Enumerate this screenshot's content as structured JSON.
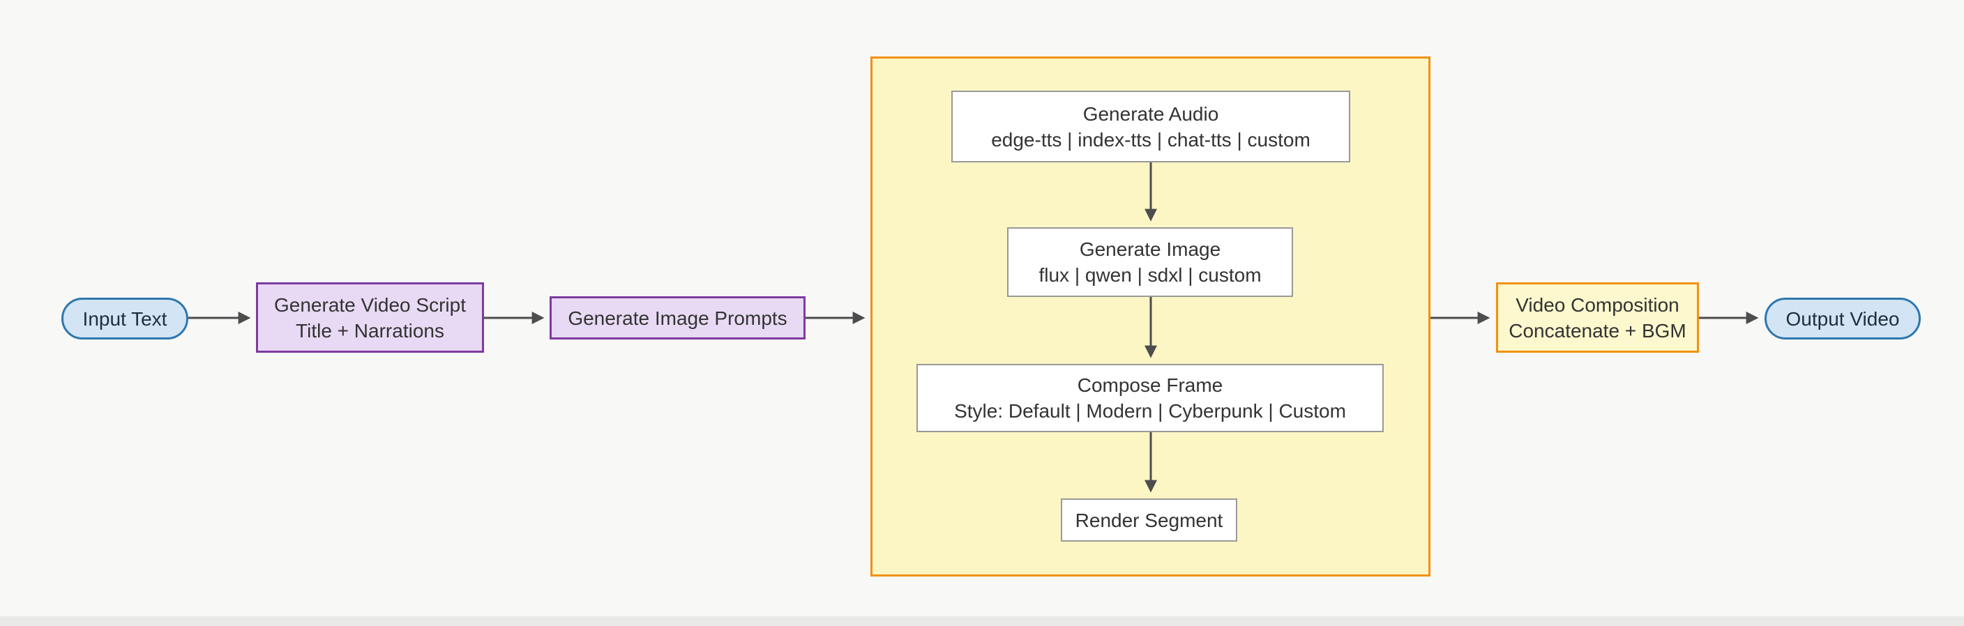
{
  "diagram": {
    "type": "flowchart",
    "direction": "left-to-right",
    "nodes": {
      "input_text": {
        "label": "Input Text",
        "shape": "stadium"
      },
      "generate_script": {
        "line1": "Generate Video Script",
        "line2": "Title + Narrations",
        "shape": "rect"
      },
      "generate_image_prompts": {
        "label": "Generate Image Prompts",
        "shape": "rect"
      },
      "generate_audio": {
        "line1": "Generate Audio",
        "line2": "edge-tts | index-tts | chat-tts | custom",
        "shape": "rect"
      },
      "generate_image": {
        "line1": "Generate Image",
        "line2": "flux | qwen | sdxl | custom",
        "shape": "rect"
      },
      "compose_frame": {
        "line1": "Compose Frame",
        "line2": "Style: Default | Modern | Cyberpunk | Custom",
        "shape": "rect"
      },
      "render_segment": {
        "label": "Render Segment",
        "shape": "rect"
      },
      "video_composition": {
        "line1": "Video Composition",
        "line2": "Concatenate + BGM",
        "shape": "rect"
      },
      "output_video": {
        "label": "Output Video",
        "shape": "stadium"
      }
    },
    "edges": [
      {
        "from": "input_text",
        "to": "generate_script"
      },
      {
        "from": "generate_script",
        "to": "generate_image_prompts"
      },
      {
        "from": "generate_image_prompts",
        "to": "segment_pipeline_container"
      },
      {
        "from": "generate_audio",
        "to": "generate_image"
      },
      {
        "from": "generate_image",
        "to": "compose_frame"
      },
      {
        "from": "compose_frame",
        "to": "render_segment"
      },
      {
        "from": "segment_pipeline_container",
        "to": "video_composition"
      },
      {
        "from": "video_composition",
        "to": "output_video"
      }
    ],
    "colors": {
      "background": "#f8f8f7",
      "stadium_fill": "#d3e5f5",
      "stadium_border": "#2e77ae",
      "purple_fill": "#e8daf4",
      "purple_border": "#7e3ba0",
      "container_fill": "#fcf6c4",
      "container_border": "#f29111",
      "white_node_fill": "#ffffff",
      "gray_node_border": "#999999",
      "arrow": "#4d4d4d",
      "text": "#333333"
    }
  }
}
